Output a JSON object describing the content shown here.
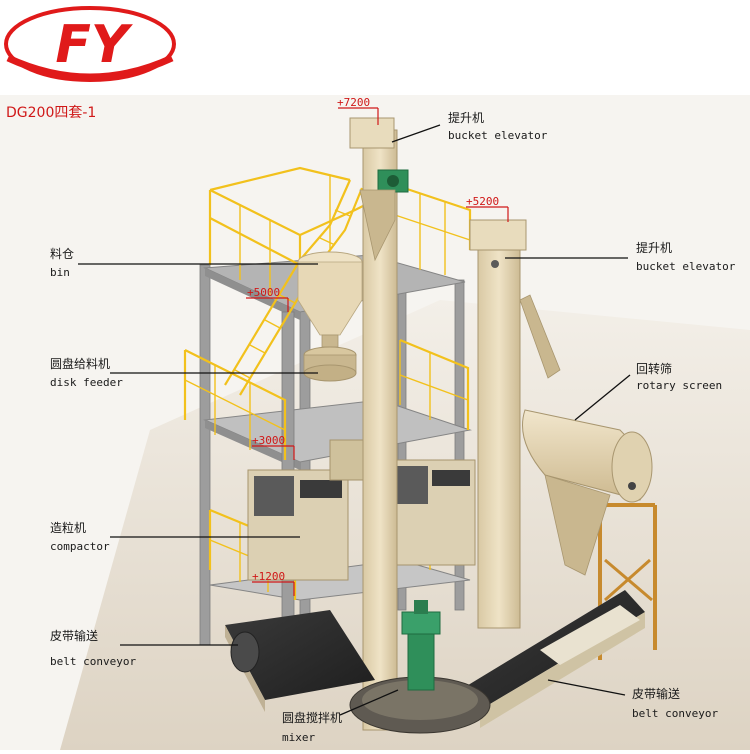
{
  "logo": {
    "text": "FY",
    "color": "#e01a1a"
  },
  "model_label": "DG200四套-1",
  "elevations": {
    "e7200": "+7200",
    "e5200": "+5200",
    "e5000": "+5000",
    "e3000": "+3000",
    "e1200": "+1200"
  },
  "components": [
    {
      "id": "bucket-elevator-1",
      "cn": "提升机",
      "en": "bucket elevator"
    },
    {
      "id": "bucket-elevator-2",
      "cn": "提升机",
      "en": "bucket elevator"
    },
    {
      "id": "bin",
      "cn": "料仓",
      "en": "bin"
    },
    {
      "id": "disk-feeder",
      "cn": "圆盘给料机",
      "en": "disk feeder"
    },
    {
      "id": "rotary-screen",
      "cn": "回转筛",
      "en": "rotary screen"
    },
    {
      "id": "compactor",
      "cn": "造粒机",
      "en": "compactor"
    },
    {
      "id": "belt-conveyor-1",
      "cn": "皮带输送",
      "en": "belt conveyor"
    },
    {
      "id": "belt-conveyor-2",
      "cn": "皮带输送",
      "en": "belt conveyor"
    },
    {
      "id": "mixer",
      "cn": "圆盘搅拌机",
      "en": "mixer"
    }
  ],
  "colors": {
    "logo_red": "#e01a1a",
    "elevation_red": "#d01818",
    "railing_yellow": "#f2c11c",
    "equipment_tan": "#e7d8b6",
    "frame_grey": "#9d9d9d",
    "motor_green": "#2f8f5a"
  }
}
